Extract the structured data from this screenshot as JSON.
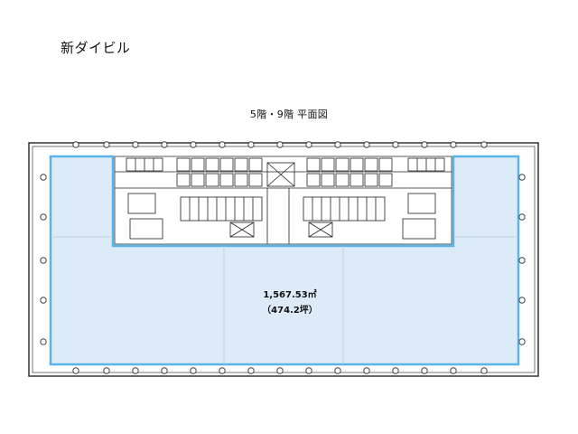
{
  "building": {
    "name": "新ダイビル"
  },
  "plan": {
    "title": "5階・9階 平面図"
  },
  "area": {
    "sqm": "1,567.53㎡",
    "tsubo": "（474.2坪）"
  },
  "colors": {
    "office_fill": "#dcebf7",
    "office_outline": "#5ab4e8",
    "structure": "#222222",
    "background": "#ffffff"
  }
}
